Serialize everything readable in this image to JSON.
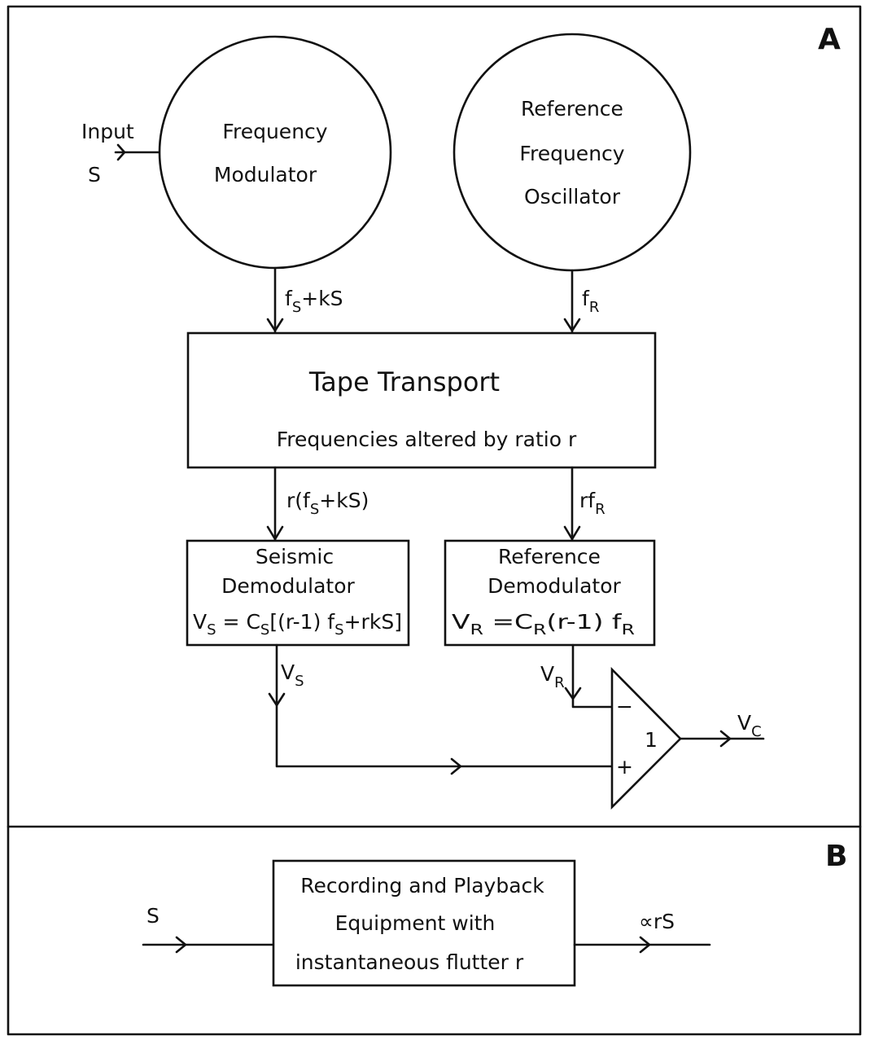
{
  "panel_a": {
    "label": "A",
    "input_label_1": "Input",
    "input_label_2": "S",
    "fm_line_1": "Frequency",
    "fm_line_2": "Modulator",
    "ref_osc_line_1": "Reference",
    "ref_osc_line_2": "Frequency",
    "ref_osc_line_3": "Oscillator",
    "fm_out": {
      "base": "f",
      "sub": "S",
      "rest": "+kS"
    },
    "ref_out": {
      "base": "f",
      "sub": "R"
    },
    "tape_title": "Tape Transport",
    "tape_subtitle": "Frequencies altered by ratio  r",
    "tape_out_s": {
      "pre": "r(f",
      "sub": "S",
      "rest": "+kS)"
    },
    "tape_out_r": {
      "pre": "rf",
      "sub": "R"
    },
    "seismic_line_1": "Seismic",
    "seismic_line_2": "Demodulator",
    "seismic_eq": {
      "a": "V",
      "a_sub": "S",
      "b": " = C",
      "b_sub": "S",
      "c": "[(r-1) f",
      "c_sub": "S",
      "d": "+rkS]"
    },
    "ref_demod_line_1": "Reference",
    "ref_demod_line_2": "Demodulator",
    "ref_demod_eq": {
      "a": "V",
      "a_sub": "R",
      "b": " =C",
      "b_sub": "R",
      "c": "(r-1) f",
      "c_sub": "R"
    },
    "vs_label": {
      "base": "V",
      "sub": "S"
    },
    "vr_label": {
      "base": "V",
      "sub": "R"
    },
    "amp_minus": "−",
    "amp_plus": "+",
    "amp_gain": "1",
    "vc_label": {
      "base": "V",
      "sub": "C"
    }
  },
  "panel_b": {
    "label": "B",
    "input": "S",
    "box_line_1": "Recording and Playback",
    "box_line_2": "Equipment   with",
    "box_line_3": "instantaneous flutter  r",
    "output": "∝rS"
  }
}
